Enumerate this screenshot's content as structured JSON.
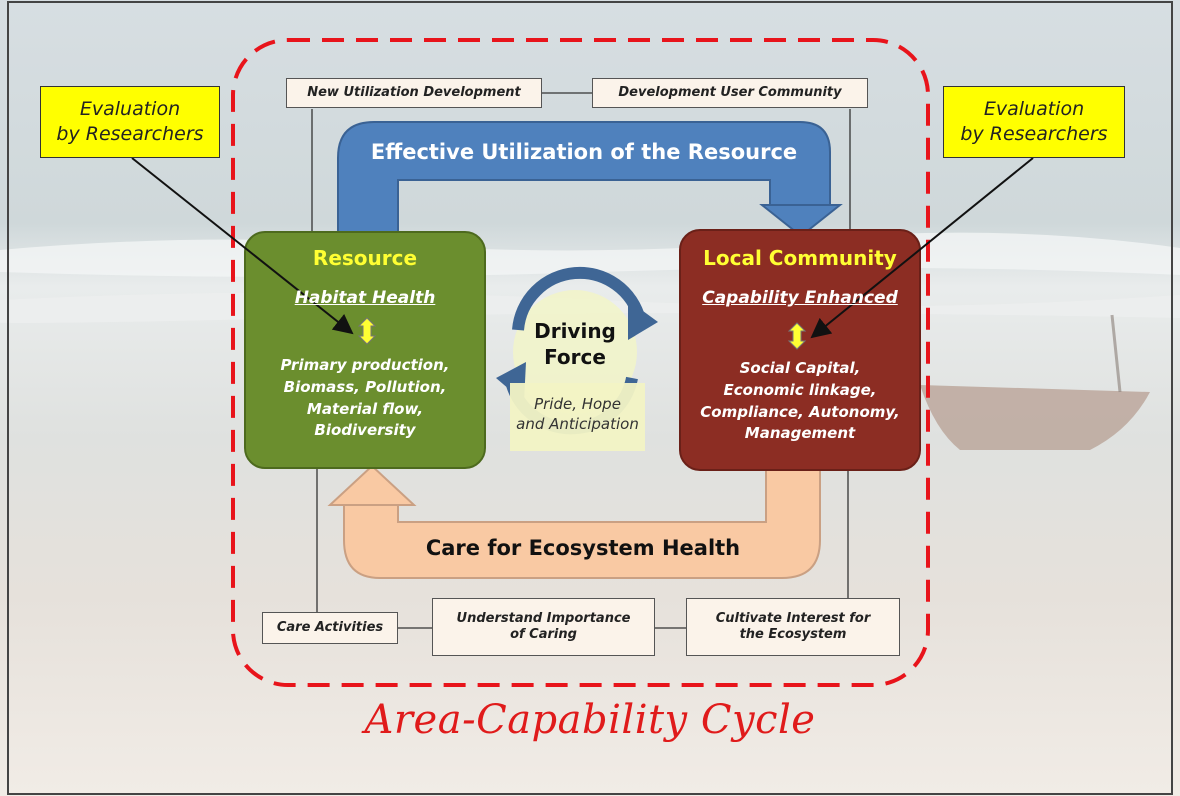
{
  "caption": "Area-Capability Cycle",
  "top_boxes": {
    "new_utilization": "New Utilization Development",
    "dev_user_community": "Development User Community"
  },
  "evaluation": {
    "left": "Evaluation\nby Researchers",
    "right": "Evaluation\nby Researchers"
  },
  "flows": {
    "top": "Effective Utilization of the Resource",
    "bottom": "Care for Ecosystem Health"
  },
  "resource": {
    "title": "Resource",
    "subtitle": "Habitat Health",
    "body": "Primary production,\nBiomass, Pollution,\nMaterial flow,\nBiodiversity"
  },
  "community": {
    "title": "Local Community",
    "subtitle": "Capability Enhanced",
    "body": "Social Capital,\nEconomic linkage,\nCompliance, Autonomy,\nManagement"
  },
  "driving": {
    "title": "Driving\nForce",
    "subtitle": "Pride, Hope\nand Anticipation"
  },
  "bottom_boxes": {
    "care_activities": "Care Activities",
    "understand": "Understand Importance\nof Caring",
    "cultivate": "Cultivate Interest for\nthe Ecosystem"
  },
  "colors": {
    "resource_panel": "#6b8e2e",
    "community_panel": "#8c2d23",
    "top_arrow": "#4f81bd",
    "bottom_arrow": "#f9c9a3",
    "dashed_frame": "#e8141b",
    "evaluation_box": "#ffff00"
  }
}
